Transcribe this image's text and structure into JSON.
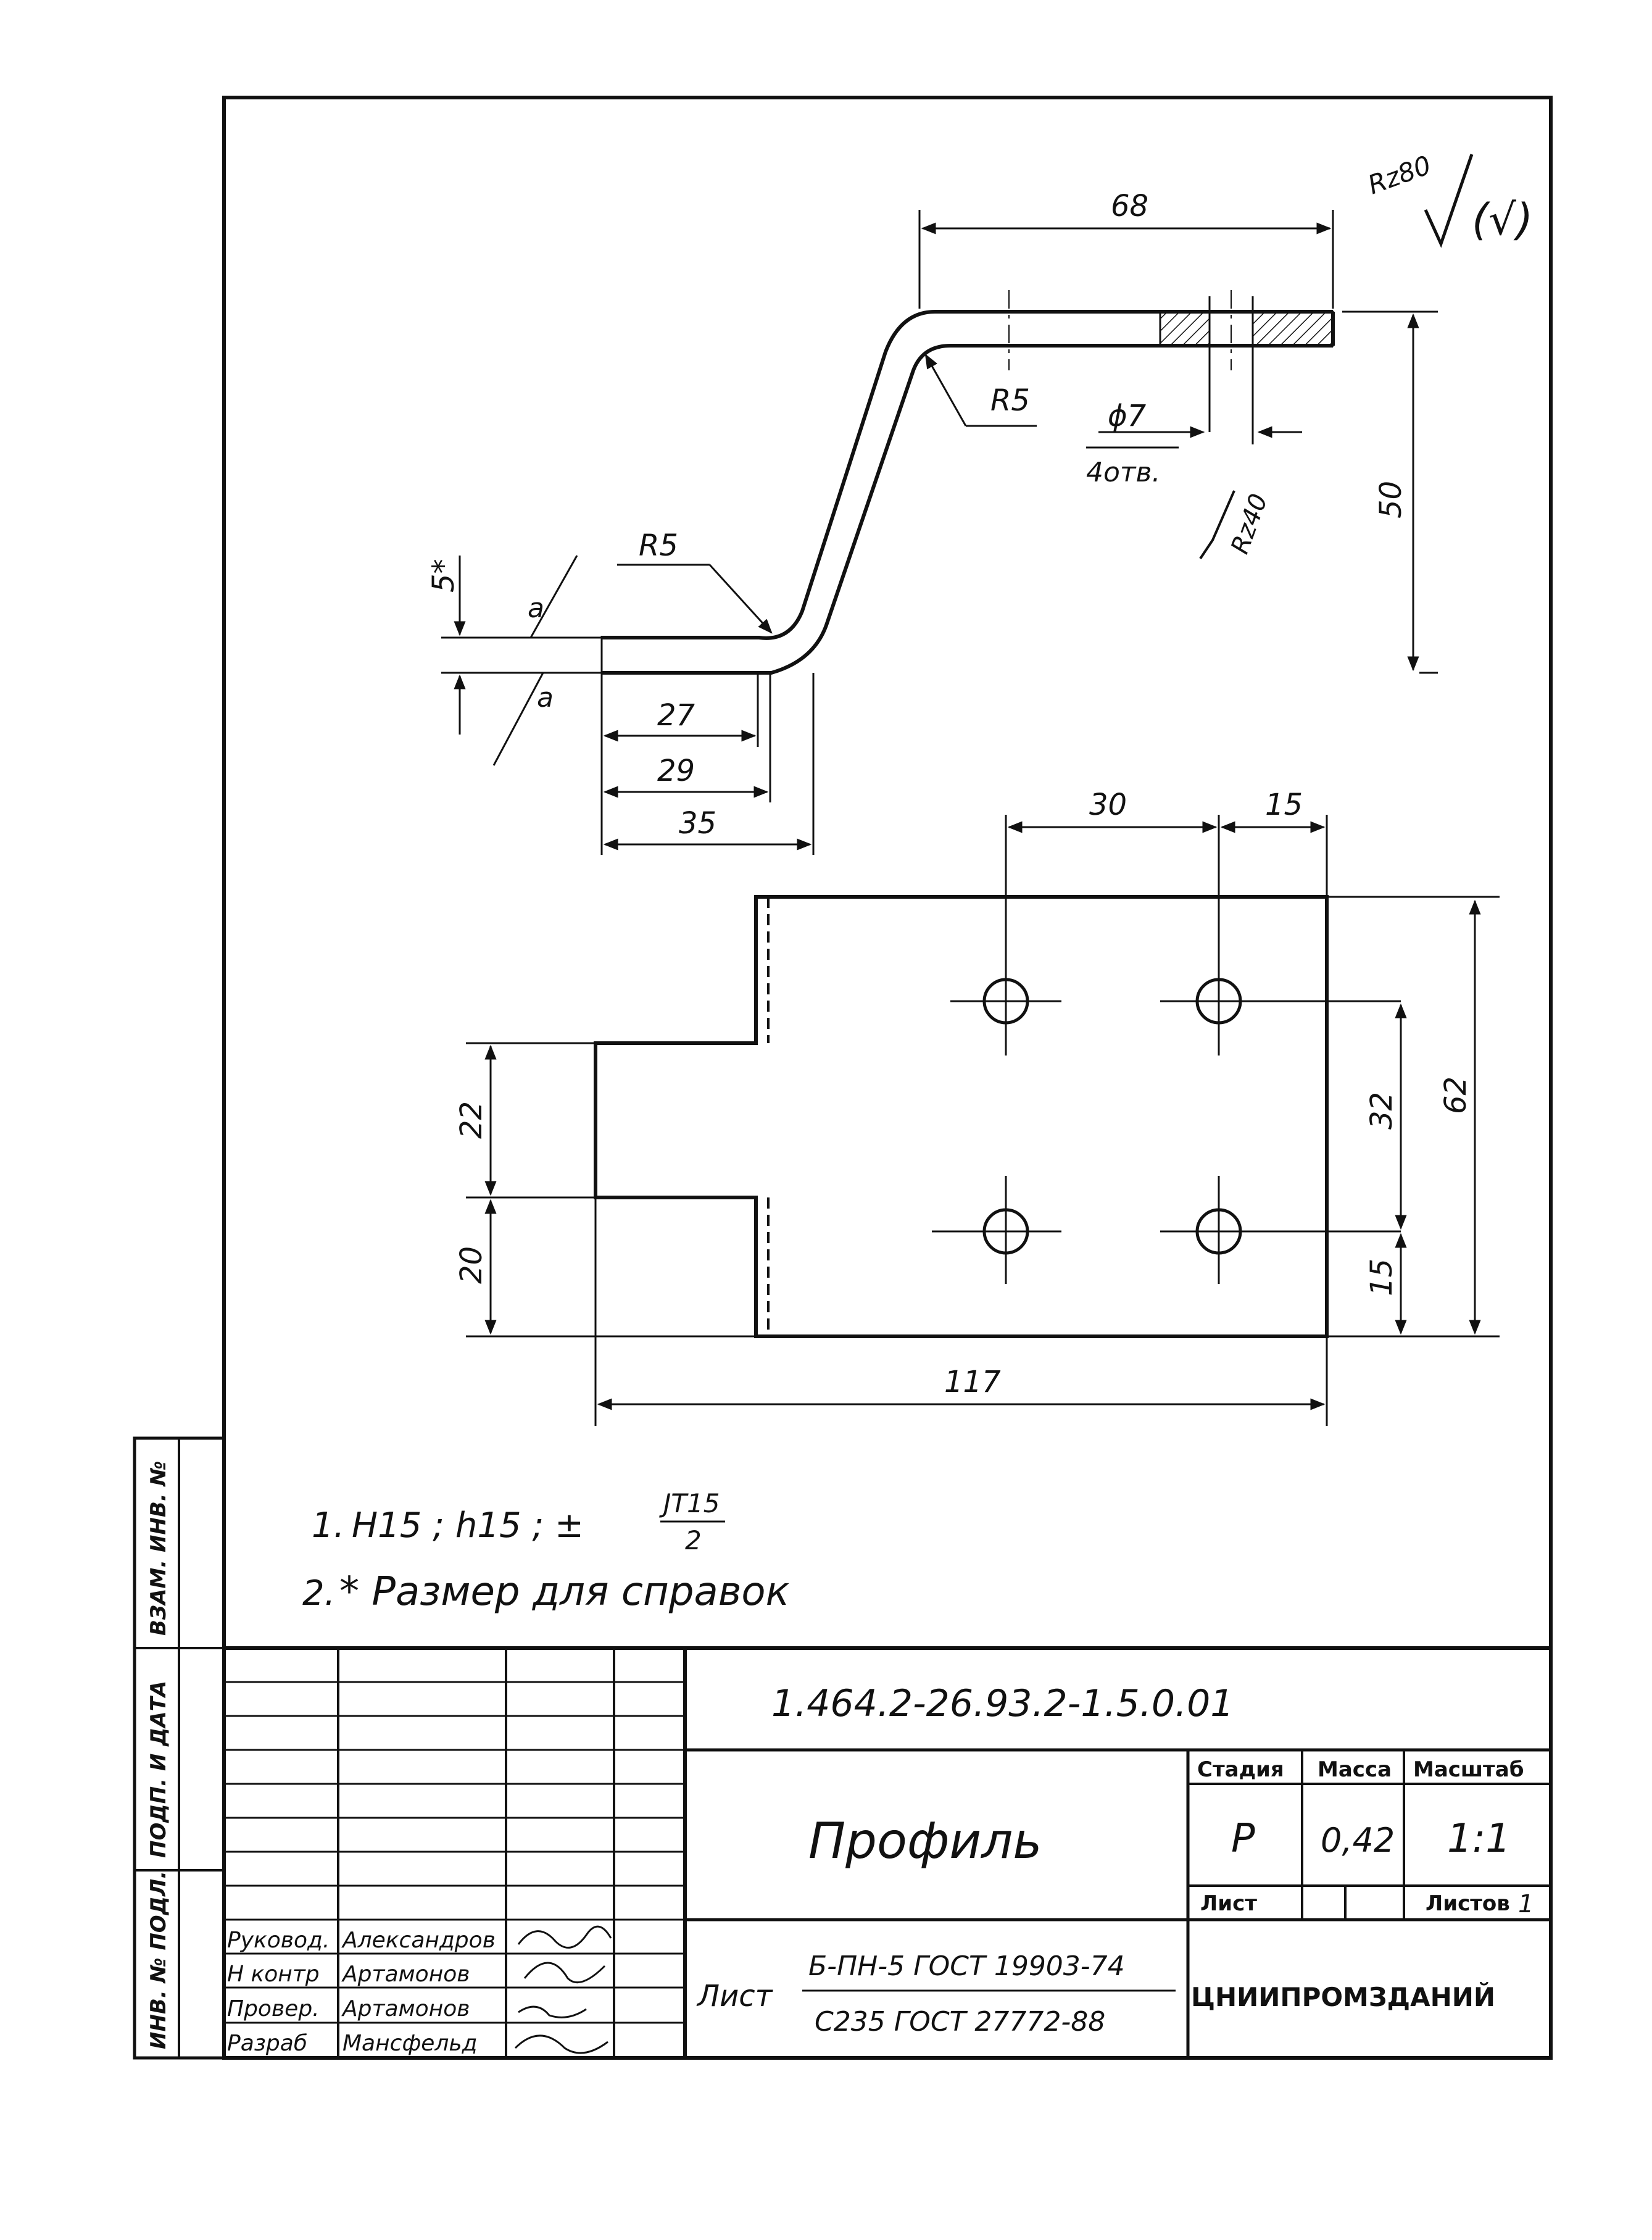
{
  "roughness": {
    "main": "Rz80",
    "in_parens": "(√)"
  },
  "side_view": {
    "dim_width_top": "68",
    "dim_height": "50",
    "bend_radius_top": "R5",
    "bend_radius_bottom": "R5",
    "hole_diameter": "ϕ7",
    "hole_count": "4отв.",
    "roughness_hole": "Rz40",
    "thickness": "5*",
    "weld_mark_top": "a",
    "weld_mark_bottom": "a",
    "dim_27": "27",
    "dim_29": "29",
    "dim_35": "35"
  },
  "plan_view": {
    "dim_30": "30",
    "dim_15_top": "15",
    "dim_62": "62",
    "dim_32": "32",
    "dim_15_right": "15",
    "dim_22": "22",
    "dim_20": "20",
    "dim_117": "117"
  },
  "notes": {
    "n1_prefix": "1.",
    "n1_text": "H15 ; h15 ; ±",
    "n1_frac_num": "JT15",
    "n1_frac_den": "2",
    "n2_prefix": "2.",
    "n2_text": "* Размер для справок"
  },
  "side_stamp": {
    "inv_podl": "ИНВ. № ПОДЛ.",
    "podp_data": "ПОДП. И ДАТА",
    "vzam_inv": "ВЗАМ. ИНВ. №"
  },
  "title_block": {
    "doc_number": "1.464.2-26.93.2-1.5.0.01",
    "part_name": "Профиль",
    "stage_label": "Стадия",
    "mass_label": "Масса",
    "scale_label": "Масштаб",
    "stage_value": "Р",
    "mass_value": "0,42",
    "scale_value": "1:1",
    "sheet_label": "Лист",
    "sheets_label": "Листов",
    "sheets_value": "1",
    "material_label": "Лист",
    "material_line1": "Б-ПН-5 ГОСТ 19903-74",
    "material_line2": "С235 ГОСТ 27772-88",
    "organization": "ЦНИИПРОМЗДАНИЙ",
    "roles": [
      {
        "role": "Руковод.",
        "name": "Александров"
      },
      {
        "role": "Н контр",
        "name": "Артамонов"
      },
      {
        "role": "Провер.",
        "name": "Артамонов"
      },
      {
        "role": "Разраб",
        "name": "Мансфельд"
      }
    ]
  }
}
